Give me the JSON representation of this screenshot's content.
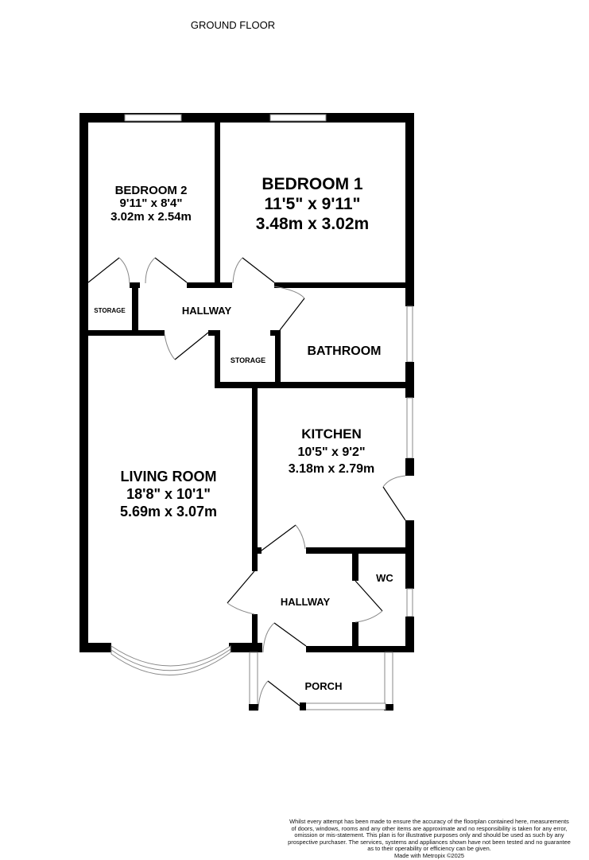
{
  "title": "GROUND FLOOR",
  "rooms": {
    "bedroom2": {
      "name": "BEDROOM 2",
      "imperial": "9'11\"  x 8'4\"",
      "metric": "3.02m  x 2.54m"
    },
    "bedroom1": {
      "name": "BEDROOM 1",
      "imperial": "11'5\"  x 9'11\"",
      "metric": "3.48m  x 3.02m"
    },
    "storage1": {
      "name": "STORAGE"
    },
    "hallway1": {
      "name": "HALLWAY"
    },
    "storage2": {
      "name": "STORAGE"
    },
    "bathroom": {
      "name": "BATHROOM"
    },
    "kitchen": {
      "name": "KITCHEN",
      "imperial": "10'5\"  x 9'2\"",
      "metric": "3.18m  x 2.79m"
    },
    "living": {
      "name": "LIVING ROOM",
      "imperial": "18'8\"  x 10'1\"",
      "metric": "5.69m  x 3.07m"
    },
    "wc": {
      "name": "WC"
    },
    "hallway2": {
      "name": "HALLWAY"
    },
    "porch": {
      "name": "PORCH"
    }
  },
  "disclaimer": [
    "Whilst every attempt has been made to ensure the accuracy of the floorplan contained here, measurements",
    "of doors, windows, rooms and any other items are approximate and no responsibility is taken for any error,",
    "omission or mis-statement. This plan is for illustrative purposes only and should be used as such by any",
    "prospective purchaser. The services, systems and appliances shown have not been tested and no guarantee",
    "as to their operability or efficiency can be given.",
    "Made with Metropix ©2025"
  ]
}
